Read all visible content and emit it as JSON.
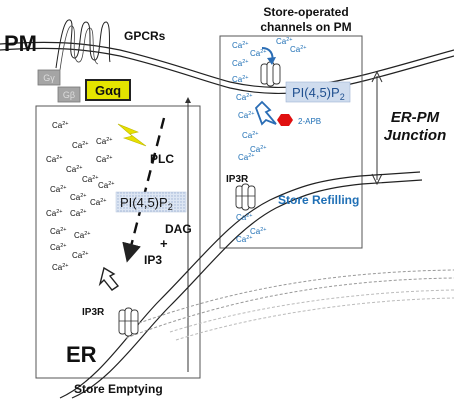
{
  "labels": {
    "pm": "PM",
    "gpcrs": "GPCRs",
    "soc_title_line1": "Store-operated",
    "soc_title_line2": "channels on PM",
    "g_gamma": "Gγ",
    "g_beta": "Gβ",
    "g_alpha_q": "Gαq",
    "plc": "PLC",
    "pip2_left": "PI(4,5)P",
    "pip2_right": "PI(4,5)P",
    "subscript_2": "2",
    "dag": "DAG",
    "plus": "+",
    "ip3": "IP3",
    "ip3r_left": "IP3R",
    "ip3r_right": "IP3R",
    "er": "ER",
    "store_emptying": "Store Emptying",
    "store_refilling": "Store Refilling",
    "two_apb": "2-APB",
    "junction_line1": "ER-PM",
    "junction_line2": "Junction",
    "ca_base": "Ca",
    "ca_sup": "2+"
  },
  "colors": {
    "g_alpha_fill": "#e4e400",
    "g_gray_fill": "#9a9a9a",
    "pip2_fill": "#cfdcee",
    "blue_text": "#1f6fb5",
    "blue_arrow": "#2a6db5",
    "apb_red": "#e01010",
    "lightning": "#e8e000"
  }
}
